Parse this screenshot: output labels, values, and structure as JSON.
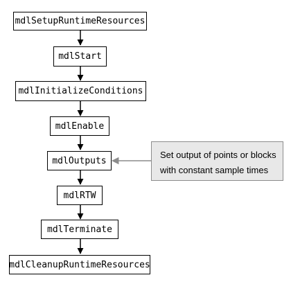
{
  "flow": {
    "steps": [
      {
        "label": "mdlSetupRuntimeResources"
      },
      {
        "label": "mdlStart"
      },
      {
        "label": "mdlInitializeConditions"
      },
      {
        "label": "mdlEnable"
      },
      {
        "label": "mdlOutputs"
      },
      {
        "label": "mdlRTW"
      },
      {
        "label": "mdlTerminate"
      },
      {
        "label": "mdlCleanupRuntimeResources"
      }
    ]
  },
  "note": {
    "line1": "Set output of points or blocks",
    "line2": "with constant sample times"
  },
  "colors": {
    "box_border": "#000000",
    "arrow": "#000000",
    "note_fill": "#e8e8e8",
    "note_border": "#8c8c8c",
    "note_arrow": "#8c8c8c"
  }
}
